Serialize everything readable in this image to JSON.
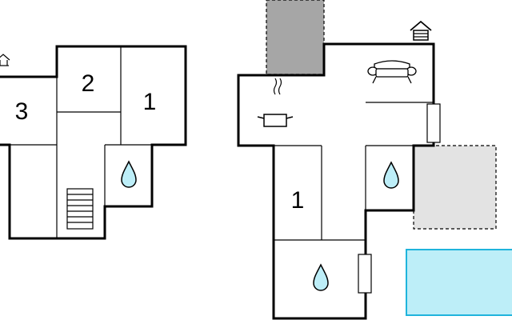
{
  "plans": [
    {
      "name": "left-plan",
      "rooms": [
        {
          "id": "room-3",
          "label": "3"
        },
        {
          "id": "room-2",
          "label": "2"
        },
        {
          "id": "room-1",
          "label": "1"
        }
      ],
      "icons": [
        "entrance-icon",
        "stairs-icon",
        "bathroom-icon"
      ]
    },
    {
      "name": "right-plan",
      "rooms": [
        {
          "id": "bedroom-1",
          "label": "1"
        }
      ],
      "icons": [
        "entrance-icon",
        "sofa-icon",
        "kitchen-icon",
        "bathroom-icon",
        "bathroom-icon",
        "window-icon",
        "window-icon"
      ],
      "areas": [
        "terrace-dark",
        "terrace-light",
        "pool"
      ]
    }
  ],
  "colors": {
    "wall": "#000000",
    "terrace_dark": "#a6a6a6",
    "terrace_light": "#e3e3e3",
    "pool": "#bdeef8",
    "pool_border": "#1fb4dc",
    "water_drop": "#bdeef8"
  }
}
